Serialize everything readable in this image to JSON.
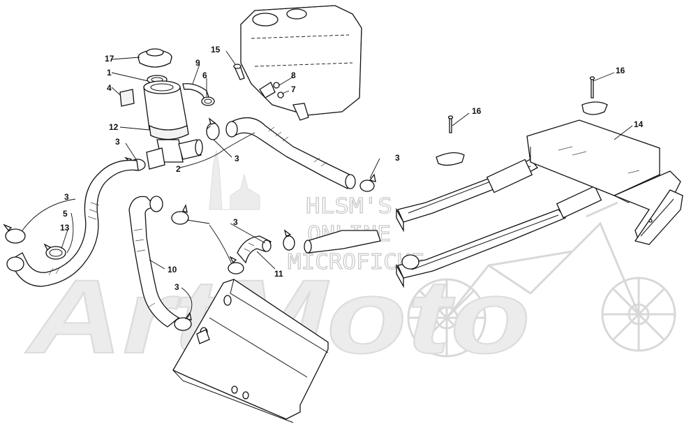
{
  "watermark": {
    "line1": "HLSM'S",
    "line2": "ONLINE",
    "line3": "MICROFICHE",
    "logo_text": "ArtMoto"
  },
  "callouts": [
    {
      "id": "callout-17",
      "label": "17"
    },
    {
      "id": "callout-1",
      "label": "1"
    },
    {
      "id": "callout-4",
      "label": "4"
    },
    {
      "id": "callout-12",
      "label": "12"
    },
    {
      "id": "callout-9",
      "label": "9"
    },
    {
      "id": "callout-6",
      "label": "6"
    },
    {
      "id": "callout-15",
      "label": "15"
    },
    {
      "id": "callout-8",
      "label": "8"
    },
    {
      "id": "callout-7",
      "label": "7"
    },
    {
      "id": "callout-3a",
      "label": "3"
    },
    {
      "id": "callout-3b",
      "label": "3"
    },
    {
      "id": "callout-2",
      "label": "2"
    },
    {
      "id": "callout-3c",
      "label": "3"
    },
    {
      "id": "callout-3d",
      "label": "3"
    },
    {
      "id": "callout-5",
      "label": "5"
    },
    {
      "id": "callout-13",
      "label": "13"
    },
    {
      "id": "callout-10",
      "label": "10"
    },
    {
      "id": "callout-3e",
      "label": "3"
    },
    {
      "id": "callout-11",
      "label": "11"
    },
    {
      "id": "callout-3f",
      "label": "3"
    },
    {
      "id": "callout-16a",
      "label": "16"
    },
    {
      "id": "callout-16b",
      "label": "16"
    },
    {
      "id": "callout-14",
      "label": "14"
    }
  ]
}
